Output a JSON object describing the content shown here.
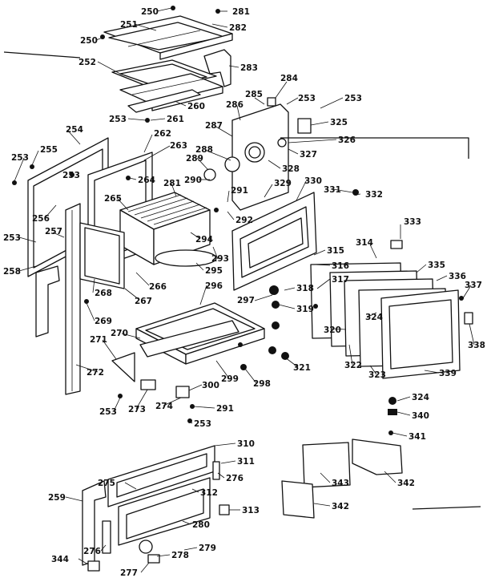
{
  "diagram": {
    "labels": [
      "250",
      "281",
      "251",
      "282",
      "250",
      "252",
      "283",
      "260",
      "261",
      "253",
      "284",
      "285",
      "253",
      "253",
      "286",
      "325",
      "326",
      "327",
      "287",
      "328",
      "288",
      "289",
      "262",
      "263",
      "254",
      "255",
      "253",
      "253",
      "264",
      "290",
      "281",
      "291",
      "265",
      "329",
      "330",
      "331",
      "332",
      "256",
      "292",
      "257",
      "253",
      "294",
      "293",
      "315",
      "333",
      "314",
      "258",
      "266",
      "295",
      "316",
      "335",
      "336",
      "268",
      "267",
      "317",
      "318",
      "296",
      "297",
      "337",
      "269",
      "319",
      "324",
      "270",
      "320",
      "322",
      "338",
      "271",
      "272",
      "299",
      "321",
      "298",
      "323",
      "339",
      "300",
      "253",
      "273",
      "274",
      "291",
      "324",
      "340",
      "253",
      "341",
      "310",
      "311",
      "275",
      "276",
      "343",
      "342",
      "259",
      "312",
      "313",
      "342",
      "280",
      "276",
      "279",
      "344",
      "278",
      "277"
    ]
  }
}
